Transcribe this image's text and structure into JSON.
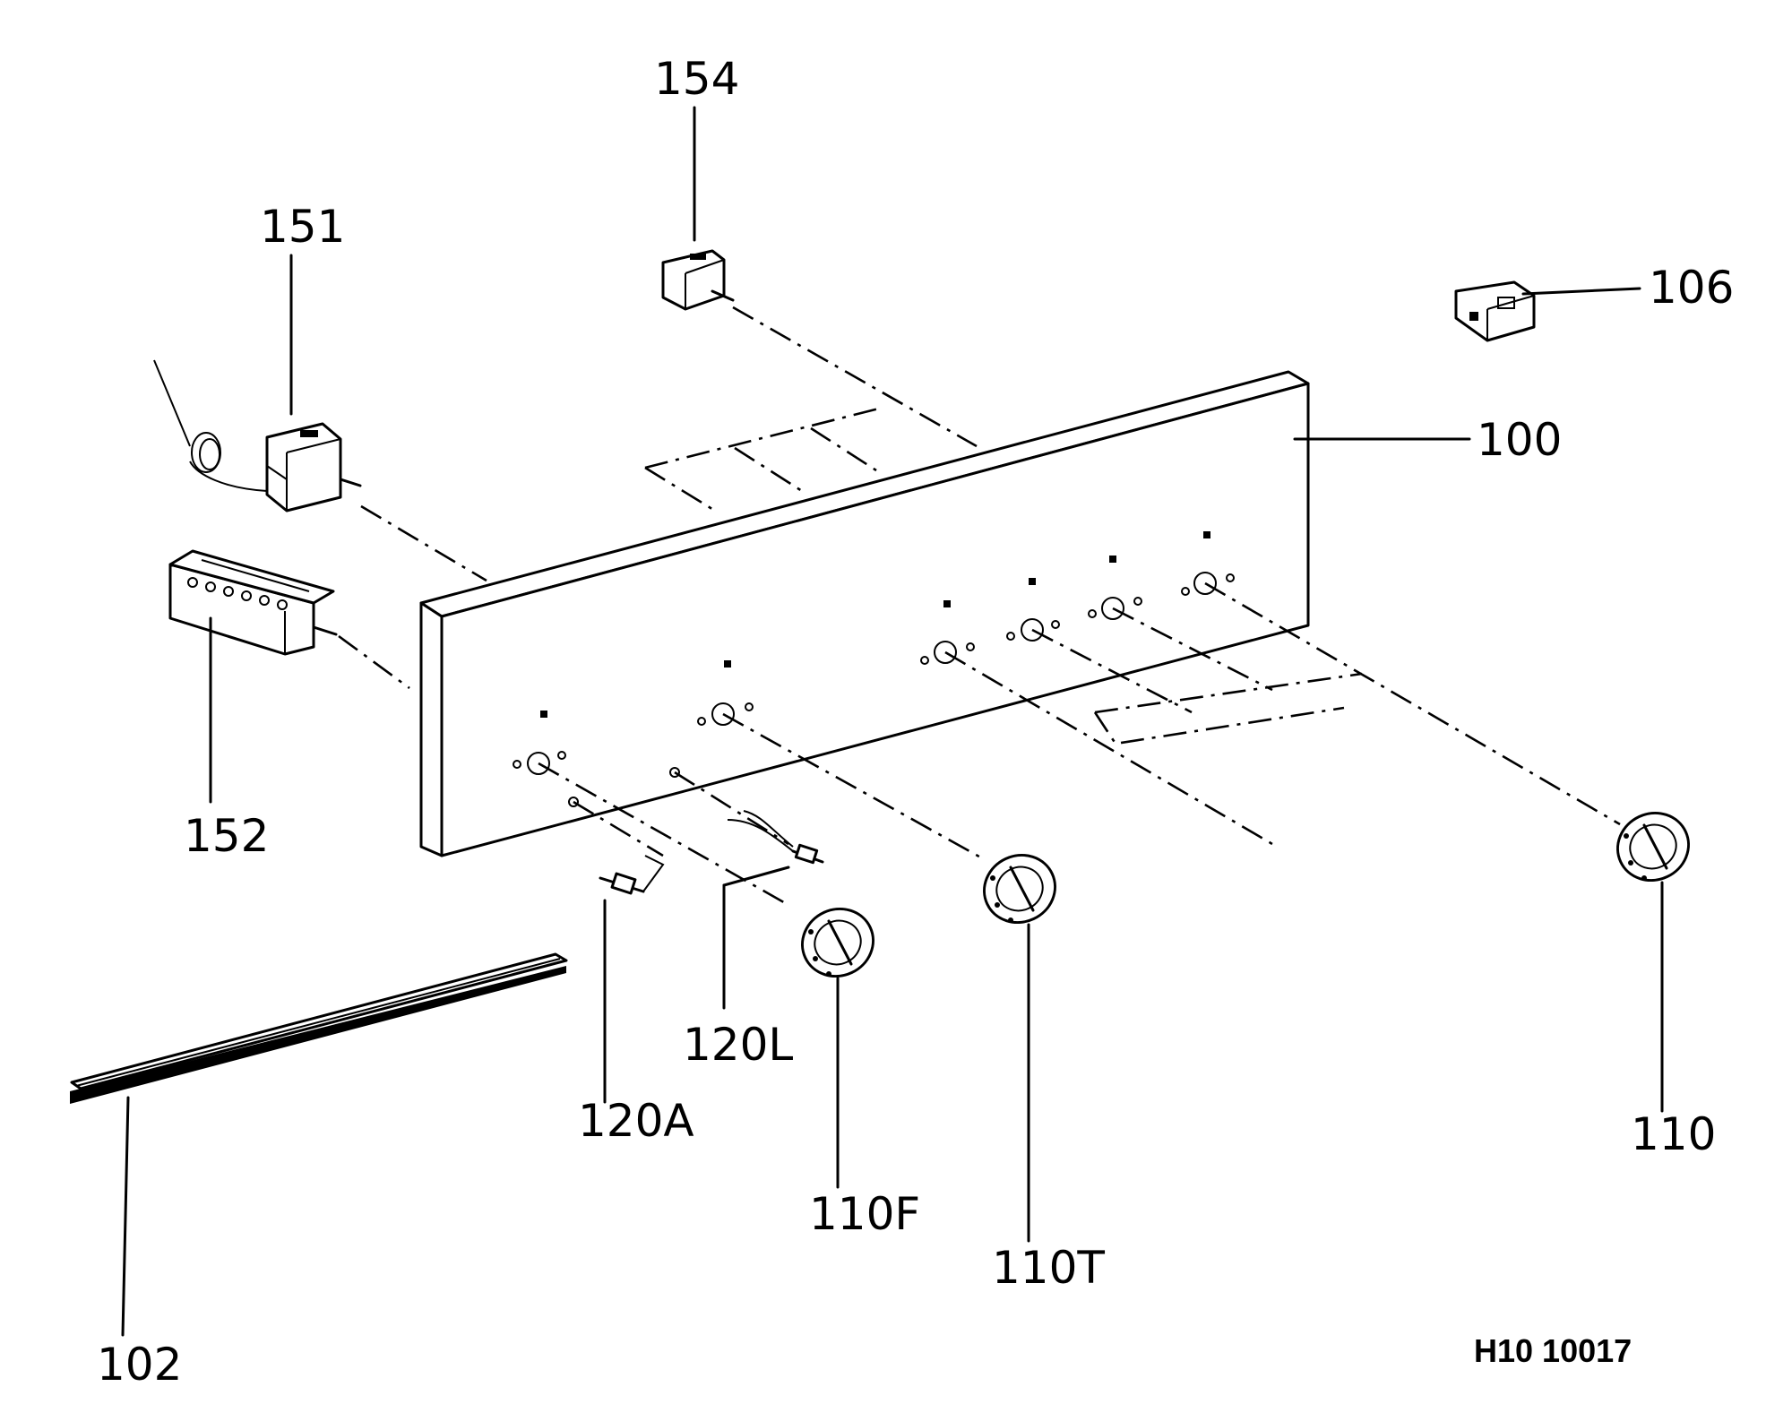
{
  "labels": {
    "p100": "100",
    "p102": "102",
    "p106": "106",
    "p110": "110",
    "p110F": "110F",
    "p110T": "110T",
    "p120A": "120A",
    "p120L": "120L",
    "p151": "151",
    "p152": "152",
    "p154": "154"
  },
  "drawing_code": "H10 10017"
}
